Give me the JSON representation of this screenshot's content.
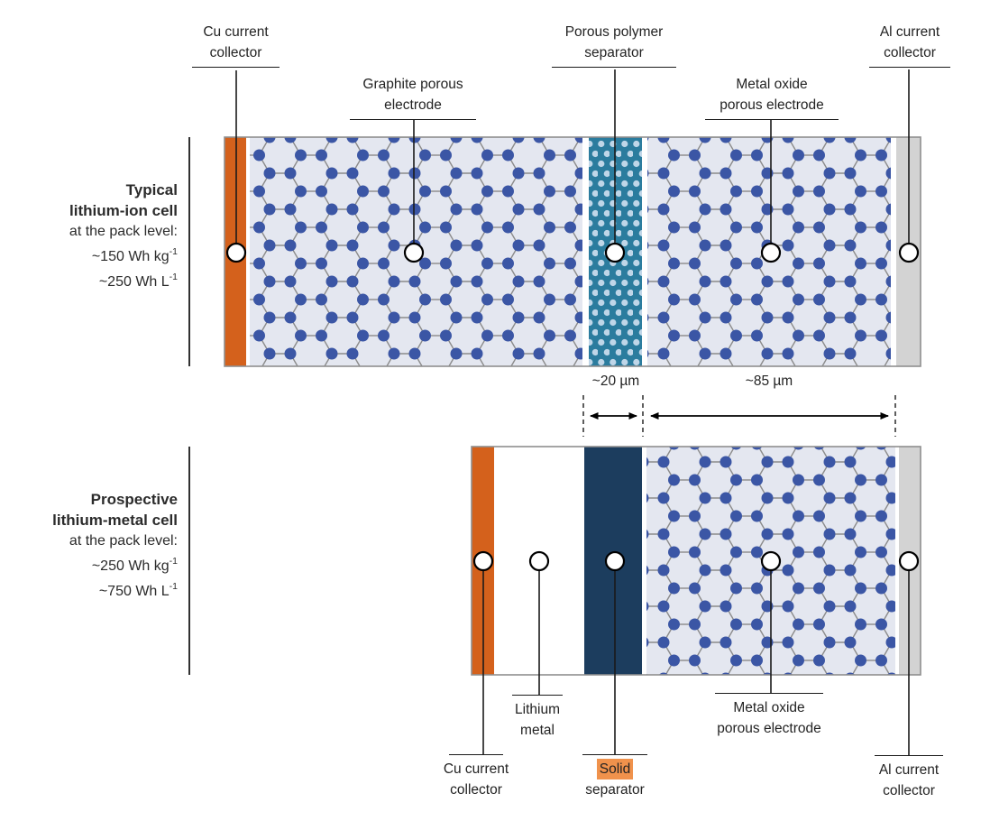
{
  "figure": {
    "type": "battery-cell-cross-section-comparison"
  },
  "cells": {
    "top": {
      "title_lines": [
        "Typical",
        "lithium-ion cell"
      ],
      "subtitle": "at the pack level:",
      "specs": [
        {
          "value": "~150 Wh kg",
          "sup": "-1"
        },
        {
          "value": "~250 Wh L",
          "sup": "-1"
        }
      ],
      "labels": {
        "cu": [
          "Cu current",
          "collector"
        ],
        "graphite": [
          "Graphite porous",
          "electrode"
        ],
        "separator": [
          "Porous polymer",
          "separator"
        ],
        "metal_oxide": [
          "Metal oxide",
          "porous electrode"
        ],
        "al": [
          "Al current",
          "collector"
        ]
      }
    },
    "bottom": {
      "title_lines": [
        "Prospective",
        "lithium-metal cell"
      ],
      "subtitle": "at the pack level:",
      "specs": [
        {
          "value": "~250 Wh kg",
          "sup": "-1"
        },
        {
          "value": "~750 Wh L",
          "sup": "-1"
        }
      ],
      "labels": {
        "cu": [
          "Cu current",
          "collector"
        ],
        "lithium": [
          "Lithium",
          "metal"
        ],
        "solid_sep": [
          "Solid",
          "separator"
        ],
        "metal_oxide": [
          "Metal oxide",
          "porous electrode"
        ],
        "al": [
          "Al current",
          "collector"
        ]
      }
    }
  },
  "dimensions": {
    "separator_width": "~20 µm",
    "electrode_width": "~85 µm"
  },
  "colors": {
    "copper_orange": "#D4611C",
    "aluminum_gray": "#D3D3D3",
    "electrode_bg": "#E4E7F0",
    "particle_blue": "#3B56A5",
    "bond_gray": "#8B8B8B",
    "separator_teal": "#2B7C9E",
    "separator_dot": "#BFD6E8",
    "solid_separator_navy": "#1C3D5E",
    "highlight_orange": "#F0924C",
    "cell_border_gray": "#8F8F8F"
  }
}
